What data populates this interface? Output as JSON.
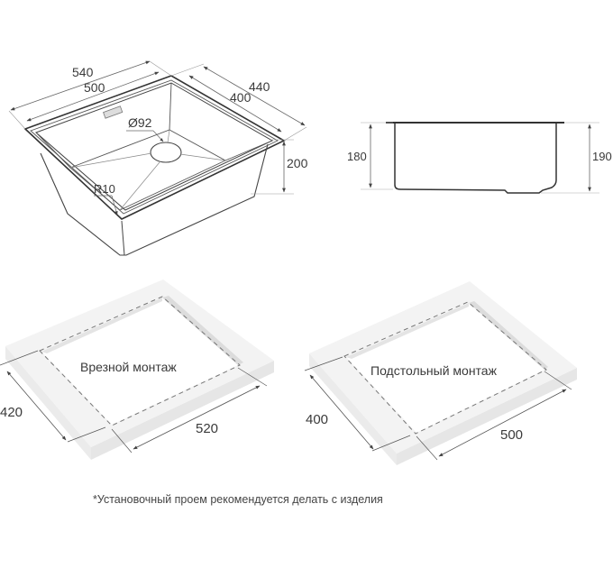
{
  "iso_sink": {
    "dims": {
      "outer_length": "540",
      "inner_length": "500",
      "outer_width": "440",
      "inner_width": "400",
      "drain_diameter": "Ø92",
      "corner_radius": "R10",
      "depth": "200"
    }
  },
  "side_view": {
    "dims": {
      "inner_depth": "180",
      "total_depth": "190"
    }
  },
  "countertop_topmount": {
    "label": "Врезной монтаж",
    "width": "420",
    "length": "520"
  },
  "countertop_undermount": {
    "label": "Подстольный монтаж",
    "width": "400",
    "length": "500"
  },
  "footnote": "*Установочный проем рекомендуется делать с изделия",
  "colors": {
    "background": "#ffffff",
    "line": "#333333",
    "dim_line": "#555555",
    "slab_top": "#f4f4f4",
    "slab_side": "#ebebeb",
    "cutout_wall": "#dcdcdc",
    "dash": "#777777"
  }
}
